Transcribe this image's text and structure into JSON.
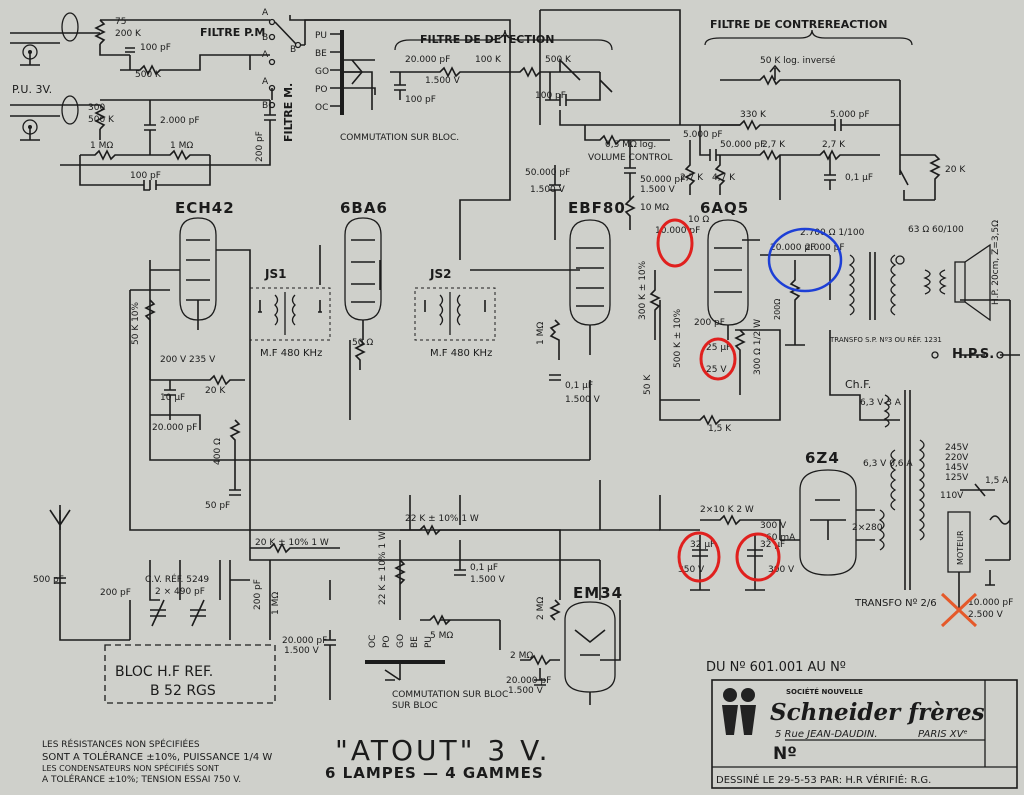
{
  "sections": {
    "filtre_pm": "FILTRE P.M",
    "filtre_m": "FILTRE M.",
    "filtre_detection": "FILTRE DE DETECTION",
    "filtre_contre": "FILTRE DE CONTREREACTION",
    "commutation_top": "COMMUTATION SUR BLOC.",
    "commutation_bottom": "COMMUTATION SUR BLOC"
  },
  "inputs": {
    "pu": "P.U. 3V."
  },
  "switch_top": [
    "PU",
    "BE",
    "GO",
    "PO",
    "OC"
  ],
  "switch_bottom": [
    "OC",
    "PO",
    "GO",
    "BE",
    "PU"
  ],
  "ab_labels": [
    "A",
    "B",
    "A",
    "B",
    "A",
    "B"
  ],
  "tubes": {
    "ech42": "ECH42",
    "6ba6": "6BA6",
    "ebf80": "EBF80",
    "6aq5": "6AQ5",
    "6z4": "6Z4",
    "em34": "EM34"
  },
  "transformers": {
    "js1": "JS1",
    "js2": "JS2",
    "mf1": "M.F 480 KHz",
    "mf2": "M.F 480 KHz"
  },
  "components": {
    "r75": "75",
    "r200k": "200 K",
    "c100pf_a": "100 pF",
    "r500k_a": "500 K",
    "r300": "300",
    "r500k_b": "500 K",
    "c2000pf": "2.000 pF",
    "r1m_a": "1 MΩ",
    "r1m_b": "1 MΩ",
    "c100pf_b": "100 pF",
    "c200pf": "200 pF",
    "c20000_det": "20.000 pF",
    "v1500_det": "1.500 V",
    "c100pf_det": "100 pF",
    "r100k_det": "100 K",
    "r500k_det": "500 K",
    "c100pf_det2": "100 pF",
    "pot05": "0,5 MΩ log.",
    "vol": "VOLUME CONTROL",
    "c50000_a": "50.000 pF",
    "v1500_a": "1.500 V",
    "c50000_b": "50.000 pF",
    "v1500_b": "1.500 V",
    "r10m": "10 MΩ",
    "r27k_a": "2,7 K",
    "r47k": "4,7 K",
    "c5000_a": "5.000 pF",
    "c50000_c": "50.000 pF",
    "r27k_b": "2,7 K",
    "r27k_c": "2,7 K",
    "c01_a": "0,1 µF",
    "pot50k": "50 K log. inversé",
    "r330k": "330 K",
    "c5000_b": "5.000 pF",
    "r20k_a": "20 K",
    "c20000_b": "20.000 pF",
    "c10000": "10.000 pF",
    "r10ohm": "10 Ω",
    "c2000_b": "2.000 pF",
    "r2700": "2.700 Ω 1/100",
    "tr63": "63 Ω 60/100",
    "hp": "H.P. 20cm, Z=3,5Ω",
    "hps": "H.P.S.",
    "transfo_sortie": "TRANSFO S.P. Nº3 OU RÉF. 1231",
    "r1m_c": "1 MΩ",
    "c01_b": "0,1 µF",
    "v1500_c": "1.500 V",
    "r300k": "300 K ± 10%",
    "c200pf_b": "200 pF",
    "c25uf": "25 µF",
    "v25": "25 V",
    "r500k_c": "500 K ± 10%",
    "r300ohm": "300 Ω 1/2 W",
    "r50k": "50 K",
    "r15k": "1,5 K",
    "r20k_ech": "20 K",
    "c10uf": "10 µF",
    "v200": "200 V 235 V",
    "r50k_ech": "50 K 10%",
    "c20000_ech": "20.000 pF",
    "r400": "400 Ω",
    "c50pf": "50 pF",
    "r50ohm": "50 Ω",
    "chf": "Ch.F.",
    "chf_v": "6,3 V 3 A",
    "z4_v": "6,3 V 0,6 A",
    "taps": [
      "245V",
      "220V",
      "145V",
      "125V",
      "110V"
    ],
    "fuse": "1,5 A",
    "moteur": "MOTEUR",
    "r2x10k": "2×10 K 2 W",
    "v300": "300 V",
    "ma": "60 mA",
    "c32a": "32 µF",
    "v350a": "350 V",
    "c32b": "32 µF",
    "v300b": "300 V",
    "x280": "2×280",
    "transfo": "TRANSFO Nº 2/6",
    "c10000_b": "10.000 pF",
    "v2500": "2.500 V",
    "r22k_1w": "22 K ± 10% 1 W",
    "r20k_1w": "20 K ± 10% 1 W",
    "r22k_b": "22 K ± 10% 1 W",
    "c01_c": "0,1 µF",
    "v1500_d": "1.500 V",
    "r5m": "5 MΩ",
    "r2m_a": "2 MΩ",
    "r2m_b": "2 MΩ",
    "c20000_d": "20.000 pF",
    "v1500_e": "1.500 V",
    "c20000_e": "20.000 pF",
    "v1500_f": "1.500 V",
    "cv": "C.V. RÉF. 5249",
    "cv2": "2 × 490 pF",
    "c200pf_c": "200 pF",
    "c500pf": "500 pF",
    "r1m_d": "1 MΩ",
    "c200pf_d": "200 pF"
  },
  "bloc": {
    "line1": "BLOC H.F REF.",
    "line2": "B 52 RGS"
  },
  "notes": {
    "line1": "LES RÉSISTANCES NON SPÉCIFIÉES",
    "line2": "SONT A TOLÉRANCE ±10%, PUISSANCE 1/4 W",
    "line3": "LES CONDENSATEURS NON SPÉCIFIÉS SONT",
    "line4": "A TOLÉRANCE ±10%; TENSION ESSAI 750 V."
  },
  "title": {
    "name": "\"ATOUT\" 3 V.",
    "sub": "6 LAMPES — 4 GAMMES"
  },
  "serial": "DU Nº 601.001 AU Nº",
  "cartouche": {
    "societe": "SOCIÉTÉ NOUVELLE",
    "brand": "Schneider frères",
    "address": "5 Rue JEAN-DAUDIN.",
    "city": "PARIS XVᵉ",
    "number_label": "Nº",
    "drawn": "DESSINÉ LE 29-5-53 PAR: H.R VÉRIFIÉ: R.G."
  },
  "highlight_colors": {
    "red": "#e0201e",
    "blue": "#1d3fd6",
    "orange": "#e5592a"
  }
}
